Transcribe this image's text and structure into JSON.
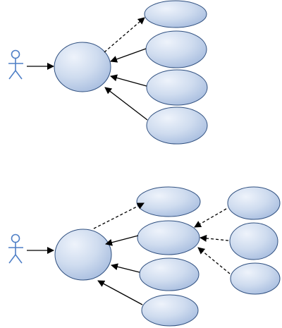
{
  "diagram": {
    "type": "use-case-diagram",
    "colors": {
      "actor_stroke": "#4f7fc6",
      "usecase_fill_light": "#eef3fb",
      "usecase_fill_dark": "#b5c7e3",
      "usecase_stroke": "#2f4f7f",
      "arrow": "#000000"
    },
    "groups": [
      {
        "id": "top",
        "actor": {
          "label": ""
        },
        "base_usecase": {
          "label": ""
        },
        "use_cases": [
          {
            "id": "uc-top-1",
            "label": "",
            "relation": "dashed"
          },
          {
            "id": "uc-top-2",
            "label": "",
            "relation": "solid"
          },
          {
            "id": "uc-top-3",
            "label": "",
            "relation": "solid"
          },
          {
            "id": "uc-top-4",
            "label": "",
            "relation": "solid"
          }
        ]
      },
      {
        "id": "bottom",
        "actor": {
          "label": ""
        },
        "base_usecase": {
          "label": ""
        },
        "use_cases": [
          {
            "id": "uc-bot-1",
            "label": "",
            "relation": "dashed"
          },
          {
            "id": "uc-bot-2",
            "label": "",
            "relation": "solid"
          },
          {
            "id": "uc-bot-3",
            "label": "",
            "relation": "solid"
          },
          {
            "id": "uc-bot-4",
            "label": "",
            "relation": "solid"
          }
        ],
        "extensions": [
          {
            "id": "ext-1",
            "label": "",
            "relation": "dashed"
          },
          {
            "id": "ext-2",
            "label": "",
            "relation": "dashed"
          },
          {
            "id": "ext-3",
            "label": "",
            "relation": "dashed"
          }
        ]
      }
    ]
  }
}
